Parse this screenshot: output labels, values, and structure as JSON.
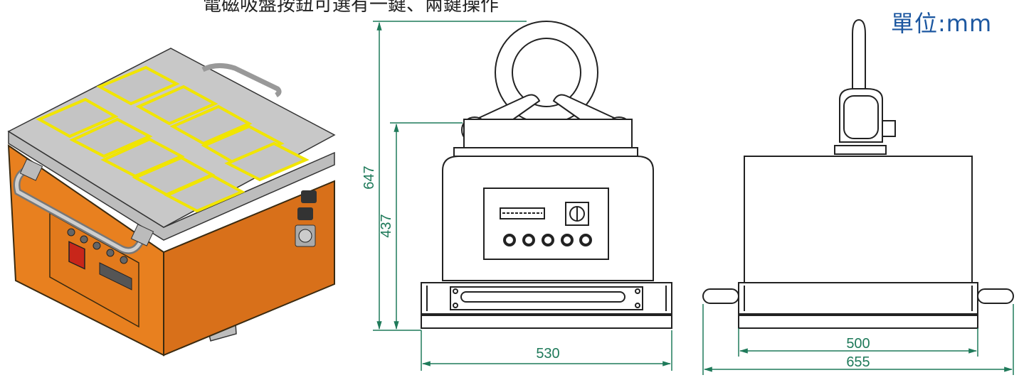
{
  "caption": "電磁吸盤按鈕可選有一鍵、兩鍵操作",
  "unit_label": "單位:mm",
  "dimensions": {
    "height_total": "647",
    "height_body": "437",
    "width_front": "530",
    "width_side_base": "500",
    "width_side_total": "655"
  },
  "colors": {
    "housing": "#e8801f",
    "top_plate": "#c8c8c8",
    "pole_outline": "#f1e500",
    "dimension_line": "#1f7a5a",
    "unit_text": "#1c57a0"
  }
}
